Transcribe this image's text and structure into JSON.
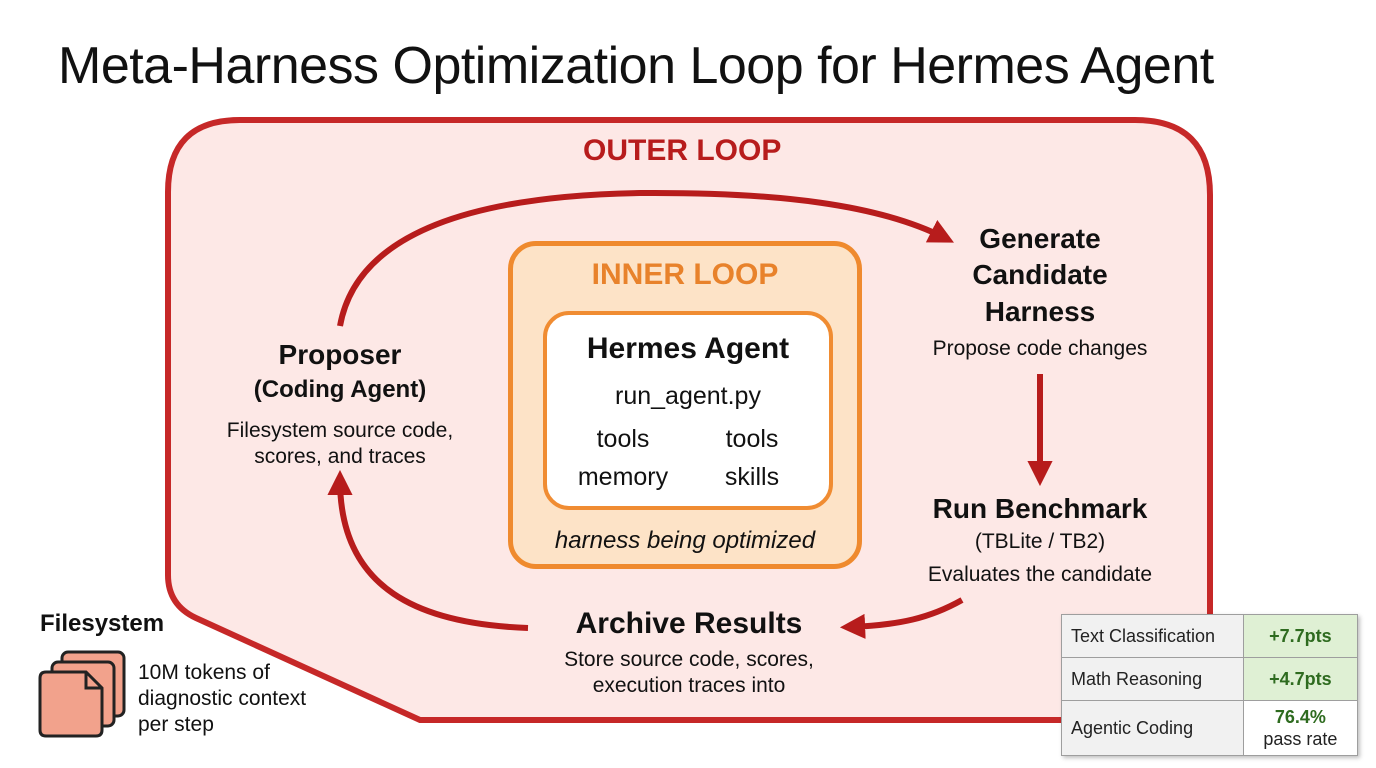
{
  "title": "Meta-Harness Optimization Loop for Hermes Agent",
  "outer_loop": {
    "label": "OUTER LOOP"
  },
  "inner_loop": {
    "label": "INNER LOOP",
    "agent_title": "Hermes Agent",
    "agent_file": "run_agent.py",
    "components": [
      "tools",
      "tools",
      "memory",
      "skills"
    ],
    "caption": "harness being optimized"
  },
  "proposer": {
    "title": "Proposer",
    "subtitle": "(Coding Agent)",
    "description_lines": [
      "Filesystem source code,",
      "scores, and traces"
    ]
  },
  "generate": {
    "title_lines": [
      "Generate",
      "Candidate",
      "Harness"
    ],
    "description": "Propose code changes"
  },
  "benchmark": {
    "title": "Run Benchmark",
    "subtitle": "(TBLite / TB2)",
    "description": "Evaluates the candidate"
  },
  "archive": {
    "title": "Archive Results",
    "description_lines": [
      "Store source code, scores,",
      "execution traces into"
    ]
  },
  "filesystem": {
    "title": "Filesystem",
    "description_lines": [
      "10M tokens of",
      "diagnostic context",
      "per step"
    ]
  },
  "metrics": [
    {
      "name": "Text Classification",
      "value": "+7.7pts"
    },
    {
      "name": "Math Reasoning",
      "value": "+4.7pts"
    },
    {
      "name": "Agentic Coding",
      "value": "76.4%",
      "note": "pass rate"
    }
  ],
  "colors": {
    "outer_border": "#c62828",
    "outer_fill": "#fde8e6",
    "inner_border": "#ef8a2e",
    "inner_fill": "#fde3c7",
    "arrow": "#b71c1c",
    "positive": "#2e6b1f"
  }
}
